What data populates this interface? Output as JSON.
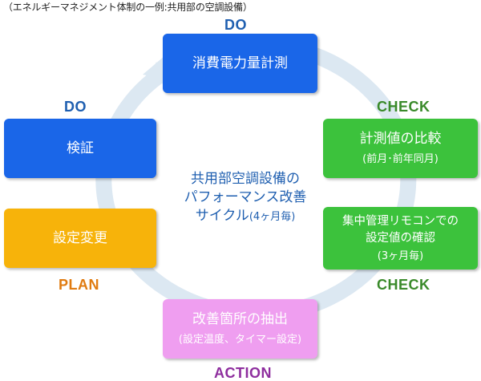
{
  "caption": "（エネルギーマネジメント体制の一例:共用部の空調設備）",
  "center": {
    "line1": "共用部空調設備の",
    "line2": "パフォーマンス改善",
    "line3_main": "サイクル",
    "line3_small": "(4ヶ月毎)"
  },
  "phases": {
    "do_top": "DO",
    "do_left": "DO",
    "check_right_upper": "CHECK",
    "check_right_lower": "CHECK",
    "plan": "PLAN",
    "action": "ACTION"
  },
  "steps": {
    "measure": {
      "title": "消費電力量計測"
    },
    "compare": {
      "title": "計測値の比較",
      "sub": "(前月･前年同月)"
    },
    "confirm": {
      "title_line1": "集中管理リモコンでの",
      "title_line2": "設定値の確認",
      "sub": "(3ヶ月毎)"
    },
    "extract": {
      "title": "改善箇所の抽出",
      "sub": "(設定温度、タイマー設定)"
    },
    "setting": {
      "title": "設定変更"
    },
    "verify": {
      "title": "検証"
    }
  },
  "colors": {
    "do_blue": "#1a66e8",
    "check_green": "#3cc23c",
    "action_pink": "#ef9ef0",
    "plan_orange": "#f7b30a",
    "label_blue": "#1f5fb0",
    "label_green": "#3a8a2a",
    "label_orange": "#e07b10",
    "label_purple": "#8e2e9e",
    "ring": "#dce8f2"
  }
}
